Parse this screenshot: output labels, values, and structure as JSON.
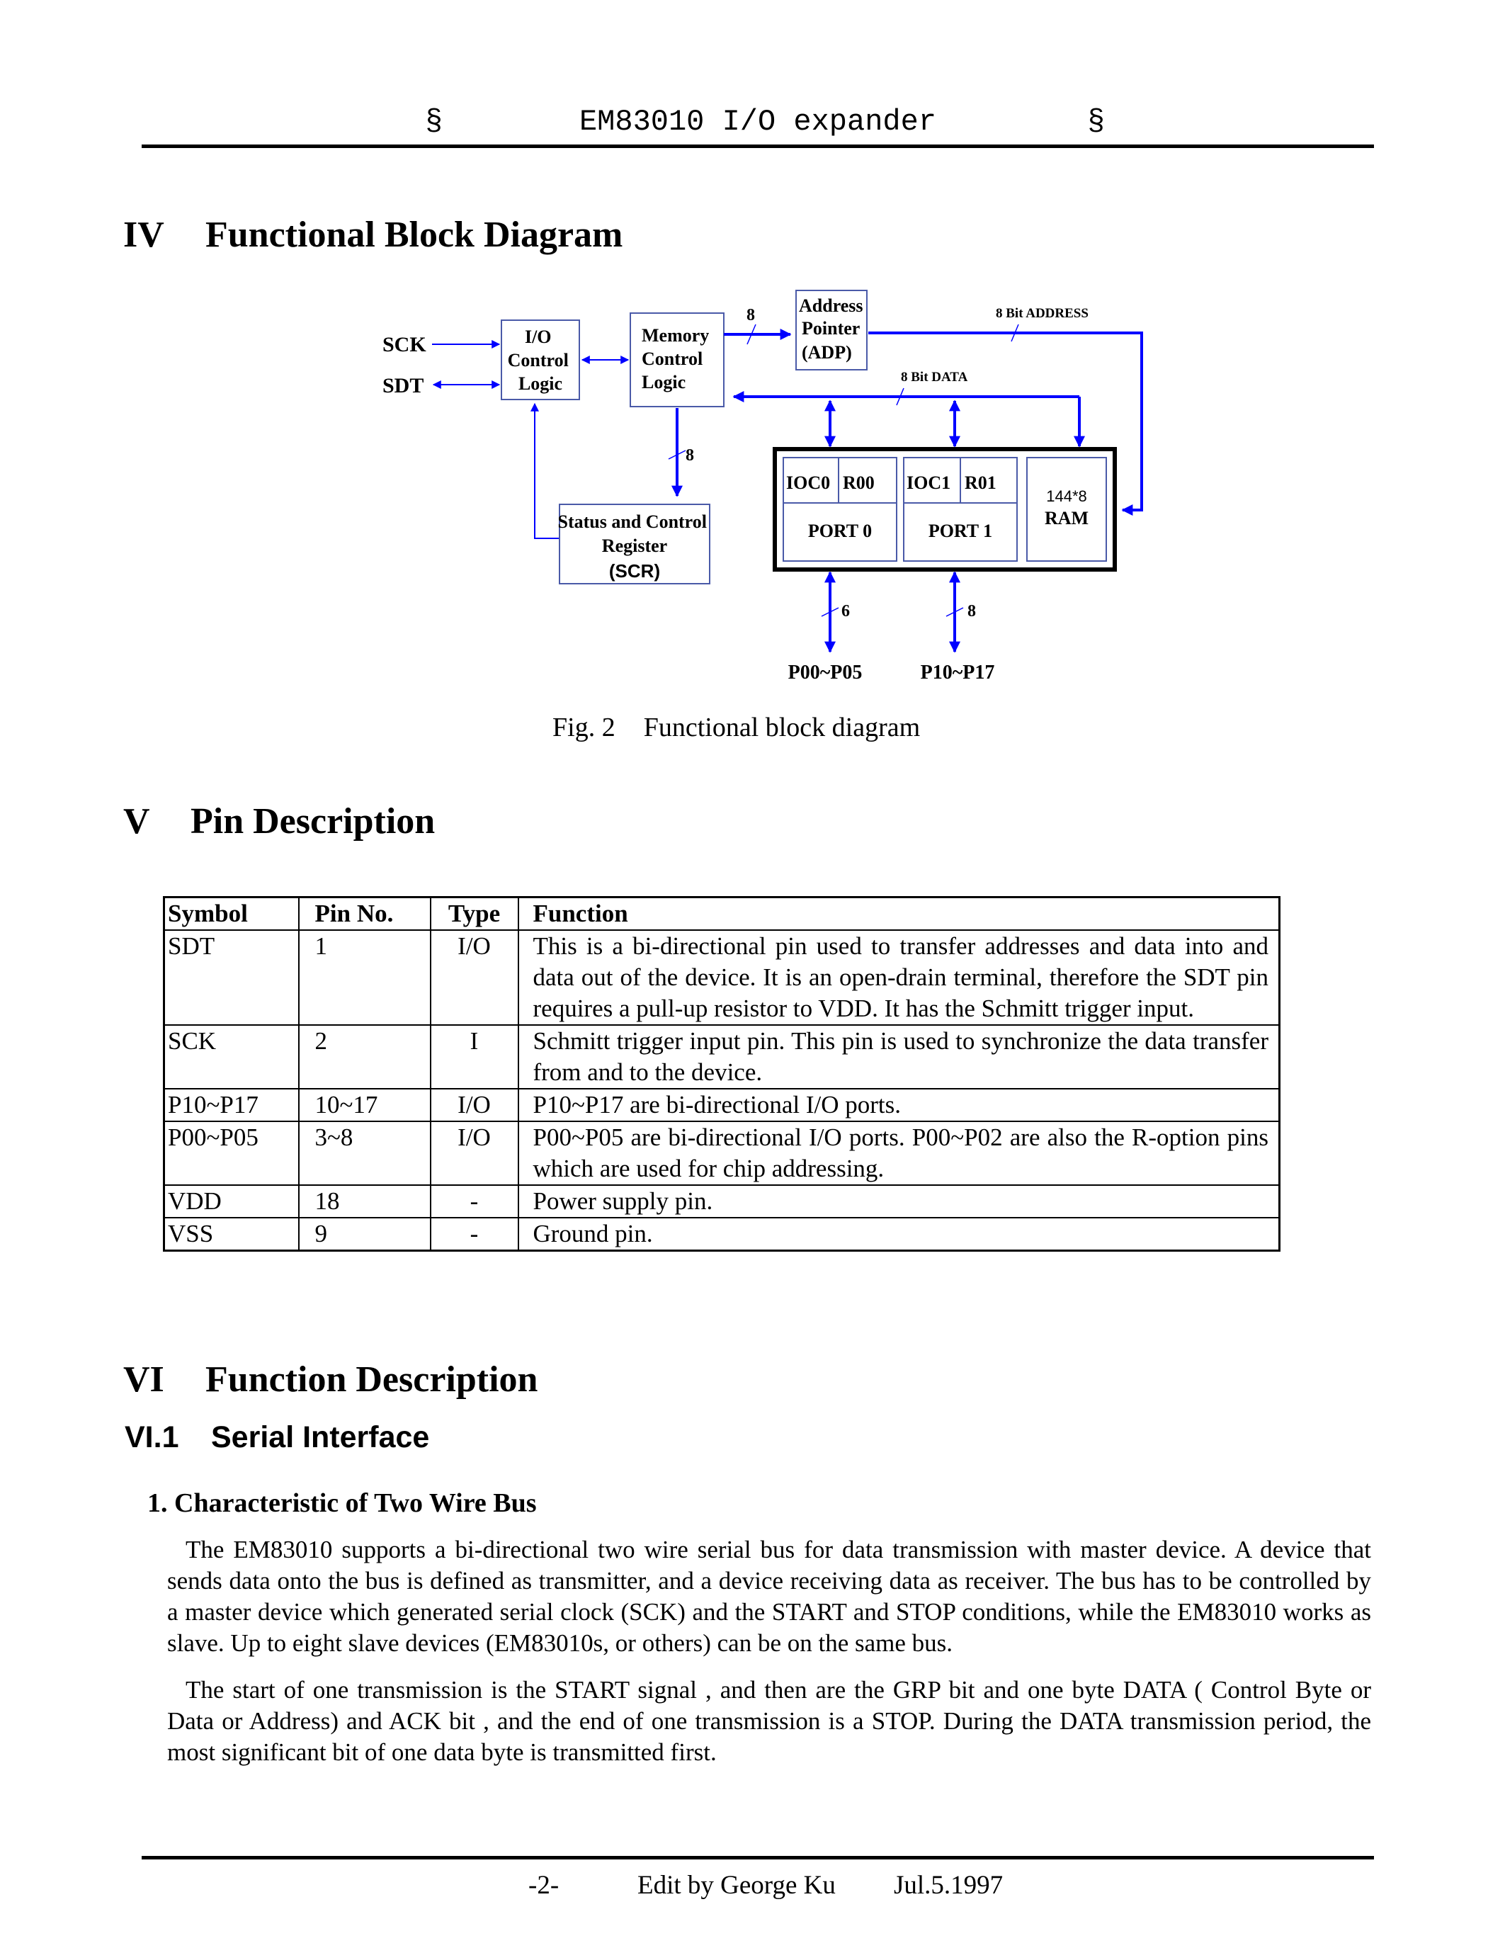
{
  "header": {
    "symbol_left": "§",
    "title": "EM83010 I/O expander",
    "symbol_right": "§"
  },
  "section4": {
    "number": "IV",
    "title": "Functional Block Diagram"
  },
  "diagram": {
    "sck": "SCK",
    "sdt": "SDT",
    "io_logic": [
      "I/O",
      "Control",
      "Logic"
    ],
    "mem_logic": [
      "Memory",
      "Control",
      "Logic"
    ],
    "adp": [
      "Address",
      "Pointer",
      "(ADP)"
    ],
    "scr": [
      "Status and Control",
      "Register",
      "(SCR)"
    ],
    "ioc0": "IOC0",
    "r00": "R00",
    "port0": "PORT 0",
    "ioc1": "IOC1",
    "r01": "R01",
    "port1": "PORT 1",
    "ram": [
      "144*8",
      "RAM"
    ],
    "bus_8_top": "8",
    "bus_8_mem": "8",
    "bus_6": "6",
    "bus_8_port1": "8",
    "addr_label": "8 Bit ADDRESS",
    "data_label": "8 Bit DATA",
    "p0_pins": "P00~P05",
    "p1_pins": "P10~P17"
  },
  "figure_caption": {
    "label": "Fig. 2",
    "text": "Functional block diagram"
  },
  "section5": {
    "number": "V",
    "title": "Pin Description"
  },
  "pin_table": {
    "headers": [
      "Symbol",
      "Pin No.",
      "Type",
      "Function"
    ],
    "rows": [
      {
        "symbol": "SDT",
        "pin": "1",
        "type": "I/O",
        "function": "This is a bi-directional pin used to transfer addresses and data into and data out of the device. It is an open-drain terminal, therefore the SDT pin requires a pull-up resistor to VDD. It has the Schmitt trigger input."
      },
      {
        "symbol": "SCK",
        "pin": "2",
        "type": "I",
        "function": "Schmitt trigger input pin. This pin is used to synchronize the data transfer from and to the device."
      },
      {
        "symbol": "P10~P17",
        "pin": "10~17",
        "type": "I/O",
        "function": "P10~P17 are bi-directional I/O ports."
      },
      {
        "symbol": "P00~P05",
        "pin": "3~8",
        "type": "I/O",
        "function": "P00~P05 are bi-directional I/O ports. P00~P02 are also the R-option pins which are used for chip addressing."
      },
      {
        "symbol": "VDD",
        "pin": "18",
        "type": "-",
        "function": "Power supply pin."
      },
      {
        "symbol": "VSS",
        "pin": "9",
        "type": "-",
        "function": "Ground pin."
      }
    ]
  },
  "section6": {
    "number": "VI",
    "title": "Function Description"
  },
  "subsection61": {
    "number": "VI.1",
    "title": "Serial Interface"
  },
  "item1": {
    "title": "1. Characteristic of Two Wire Bus"
  },
  "paragraphs": [
    "The EM83010 supports a bi-directional two wire serial bus for data transmission with master device. A device that sends data onto the bus is defined as transmitter, and a device receiving data as receiver. The bus has to be controlled by a master device which generated serial clock (SCK) and the START and STOP conditions, while the EM83010 works as slave. Up to eight slave devices (EM83010s, or others) can be on the same bus.",
    "The start of one transmission is the START signal , and then are the GRP bit and one byte DATA ( Control Byte or Data  or Address) and ACK bit , and the end of one transmission is a STOP. During the DATA transmission period, the most significant bit of one data byte is transmitted first."
  ],
  "footer": {
    "page": "-2-",
    "editor": "Edit by George Ku",
    "date": "Jul.5.1997"
  },
  "colors": {
    "arrow": "#0000ff",
    "box": "#4a5aa8"
  }
}
